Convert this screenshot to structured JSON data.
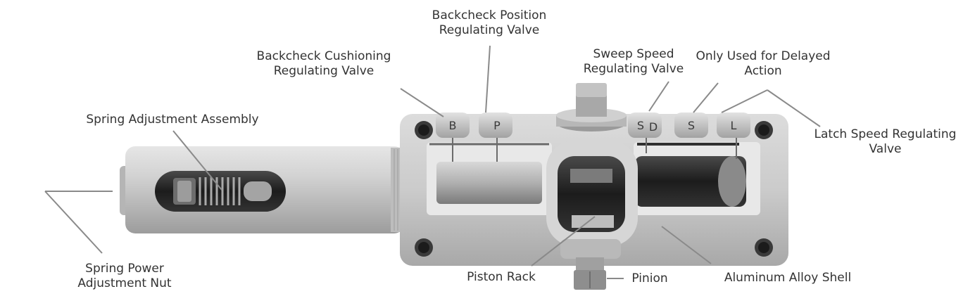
{
  "colors": {
    "label_text": "#333333",
    "leader_line": "#8a8a8a",
    "metal": "#c9c9c9",
    "metal_dark": "#9a9a9a",
    "shadow": "#1e1e1e"
  },
  "icons": [
    "hex-nut-icon",
    "valve-cap-icon",
    "mounting-hole-icon"
  ],
  "labels": {
    "backcheck_position": [
      "Backcheck Position",
      "Regulating Valve"
    ],
    "backcheck_cushioning": [
      "Backcheck Cushioning",
      "Regulating Valve"
    ],
    "sweep_speed": [
      "Sweep Speed",
      "Regulating Valve"
    ],
    "delayed_action": [
      "Only Used for Delayed",
      "Action"
    ],
    "latch_speed": [
      "Latch Speed Regulating",
      "Valve"
    ],
    "spring_adjustment": [
      "Spring Adjustment Assembly"
    ],
    "spring_power": [
      "Spring Power",
      "Adjustment Nut"
    ],
    "piston_rack": [
      "Piston Rack"
    ],
    "pinion": [
      "Pinion"
    ],
    "aluminum_shell": [
      "Aluminum Alloy Shell"
    ]
  },
  "valve_letters": {
    "b": "B",
    "p": "P",
    "s": "S",
    "d": "D",
    "s2": "S",
    "l": "L"
  }
}
